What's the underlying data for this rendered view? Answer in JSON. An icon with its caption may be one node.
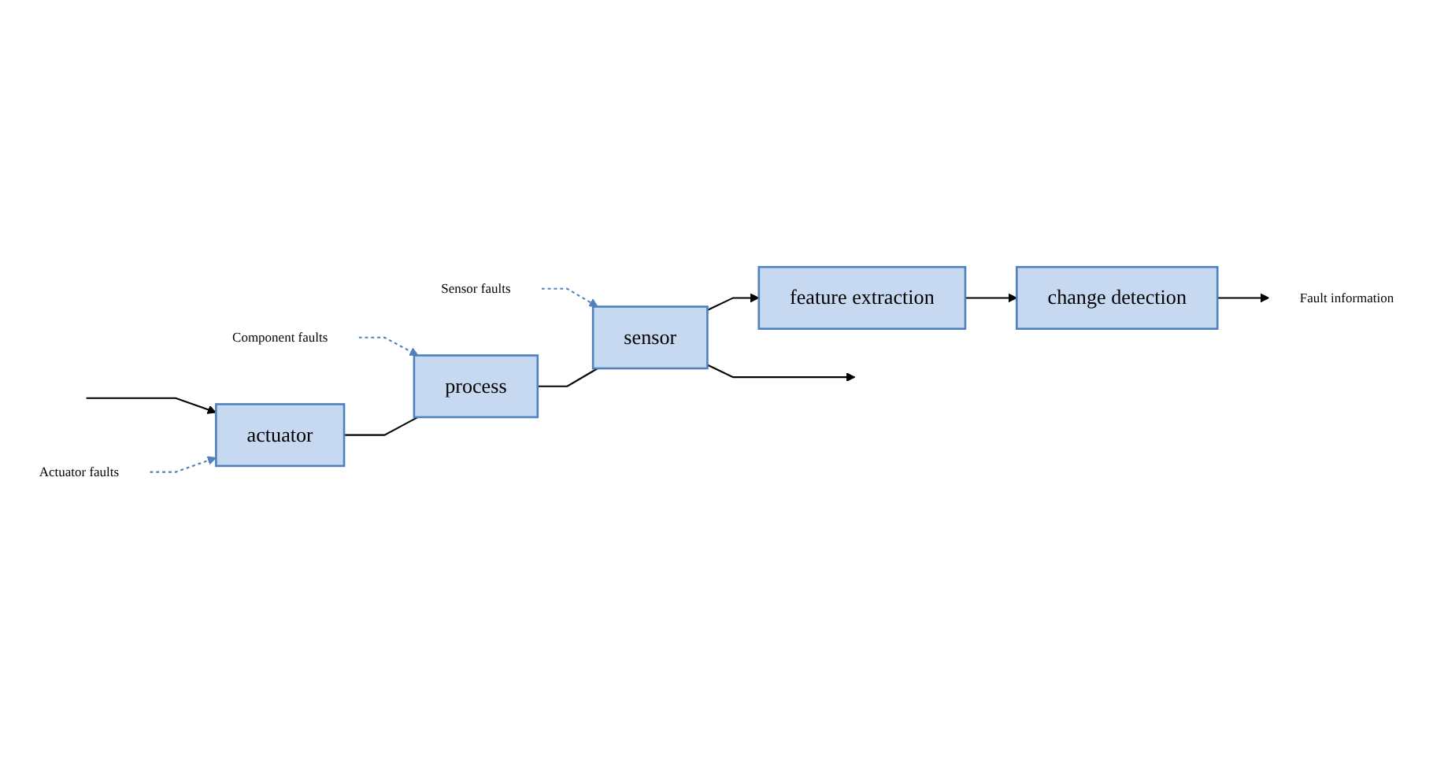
{
  "diagram": {
    "nodes": [
      {
        "text": [
          "Actuator faults"
        ]
      },
      {
        "text": [
          "Component faults"
        ]
      },
      {
        "text": [
          "Sensor faults"
        ]
      },
      {
        "text": [
          "actuator"
        ]
      },
      {
        "text": [
          "process"
        ]
      },
      {
        "text": [
          "sensor"
        ]
      },
      {
        "text": [
          "feature extraction"
        ]
      },
      {
        "text": [
          "change detection"
        ]
      },
      {
        "text": [
          "Fault information"
        ]
      }
    ],
    "edges": [
      {
        "from": null,
        "to": 3,
        "arrow": "to"
      },
      {
        "from": 0,
        "to": 3,
        "arrow": "to",
        "style": "dashed",
        "color": "#4f81bd"
      },
      {
        "from": 1,
        "to": 4,
        "arrow": "to",
        "style": "dashed",
        "color": "#4f81bd"
      },
      {
        "from": 2,
        "to": 5,
        "arrow": "to",
        "style": "dashed",
        "color": "#4f81bd"
      },
      {
        "from": 3,
        "to": 4,
        "arrow": "none"
      },
      {
        "from": 4,
        "to": 5,
        "arrow": "none"
      },
      {
        "from": 5,
        "to": null,
        "arrow": "to"
      },
      {
        "from": 5,
        "to": 6,
        "arrow": "to"
      },
      {
        "from": 6,
        "to": 7,
        "arrow": "to"
      },
      {
        "from": 7,
        "to": 8,
        "arrow": "to"
      }
    ]
  }
}
